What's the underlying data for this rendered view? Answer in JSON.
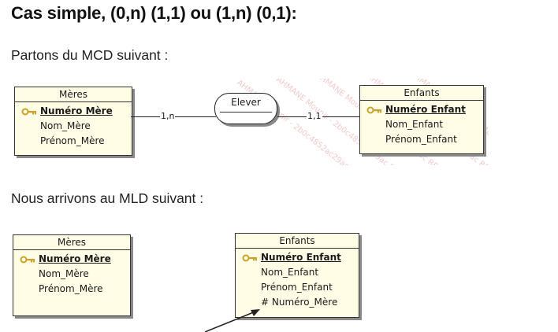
{
  "title": "Cas simple, (0,n) (1,1) ou (1,n) (0,1):",
  "intro": "Partons du MCD suivant :",
  "mld_intro": "Nous arrivons au MLD suivant :",
  "mcd": {
    "entity_meres": {
      "name": "Mères",
      "key": "Numéro Mère",
      "attributes": [
        "Nom_Mère",
        "Prénom_Mère"
      ]
    },
    "relation": {
      "name": "Elever"
    },
    "card_left": "1,n",
    "card_right": "1,1",
    "entity_enfants": {
      "name": "Enfants",
      "key": "Numéro Enfant",
      "attributes": [
        "Nom_Enfant",
        "Prénom_Enfant"
      ]
    }
  },
  "mld": {
    "entity_meres": {
      "name": "Mères",
      "key": "Numéro Mère",
      "attributes": [
        "Nom_Mère",
        "Prénom_Mère"
      ]
    },
    "entity_enfants": {
      "name": "Enfants",
      "key": "Numéro Enfant",
      "attributes": [
        "Nom_Enfant",
        "Prénom_Enfant",
        "# Numéro_Mère"
      ]
    }
  },
  "watermark": "AHMANE Mounir - 2b0c4852ac29ac REBENDAHMANE Mounir - 2b0c4852ac29ac",
  "colors": {
    "entity_fill": "#fffde5",
    "key_icon": "#c9a227",
    "watermark": "#e8a0a4"
  }
}
